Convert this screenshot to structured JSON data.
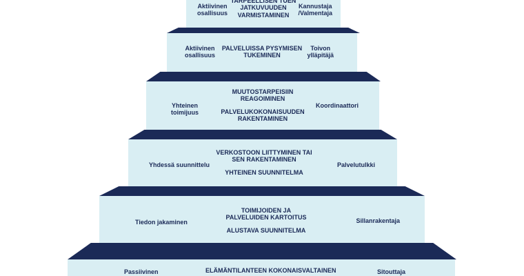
{
  "steps": [
    {
      "left": "Aktiivinen\nosallisuus",
      "center": [
        "TARPEELLISEN TUEN\nJATKUVUUDEN\nVARMISTAMINEN"
      ],
      "right": "Kannustaja\n/Valmentaja"
    },
    {
      "left": "Aktiivinen\nosallisuus",
      "center": [
        "PALVELUISSA PYSYMISEN\nTUKEMINEN"
      ],
      "right": "Toivon\nylläpitäjä"
    },
    {
      "left": "Yhteinen\ntoimijuus",
      "center": [
        "MUUTOSTARPEISIIN\nREAGOIMINEN",
        "PALVELUKOKONAISUUDEN\nRAKENTAMINEN"
      ],
      "right": "Koordinaattori"
    },
    {
      "left": "Yhdessä suunnittelu",
      "center": [
        "VERKOSTOON LIITTYMINEN TAI\nSEN RAKENTAMINEN",
        "YHTEINEN SUUNNITELMA"
      ],
      "right": "Palvelutulkki"
    },
    {
      "left": "Tiedon jakaminen",
      "center": [
        "TOIMIJOIDEN JA\nPALVELUIDEN KARTOITUS",
        "ALUSTAVA SUUNNITELMA"
      ],
      "right": "Sillanrakentaja"
    },
    {
      "left": "Passiivinen",
      "center": [
        "ELÄMÄNTILANTEEN KOKONAISVALTAINEN"
      ],
      "right": "Sitouttaja"
    }
  ]
}
